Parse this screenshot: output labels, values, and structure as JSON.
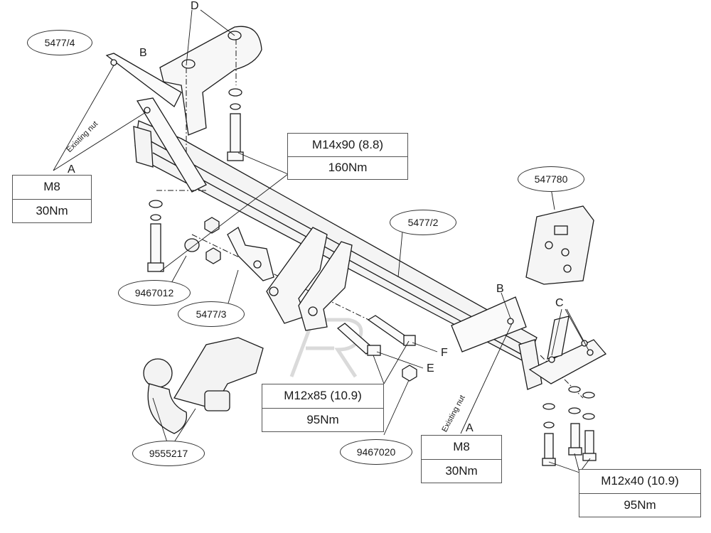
{
  "part_labels": {
    "p5477_4": "5477/4",
    "p547780": "547780",
    "p5477_2": "5477/2",
    "p9467012": "9467012",
    "p5477_3": "5477/3",
    "p9555217": "9555217",
    "p9467020": "9467020"
  },
  "specs": {
    "m14": {
      "size": "M14x90 (8.8)",
      "torque": "160Nm"
    },
    "m8_left": {
      "size": "M8",
      "torque": "30Nm"
    },
    "m12x85": {
      "size": "M12x85 (10.9)",
      "torque": "95Nm"
    },
    "m8_right": {
      "size": "M8",
      "torque": "30Nm"
    },
    "m12x40": {
      "size": "M12x40 (10.9)",
      "torque": "95Nm"
    }
  },
  "letters": {
    "d": "D",
    "b_top": "B",
    "a_left": "A",
    "b_right": "B",
    "c": "C",
    "f": "F",
    "e": "E",
    "a_right": "A"
  },
  "notes": {
    "existing_nut_left": "Existing nut",
    "existing_nut_right": "Existing nut"
  },
  "colors": {
    "line": "#1a1a1a",
    "fill": "#f2f2f2",
    "watermark": "#d9d9d9"
  }
}
